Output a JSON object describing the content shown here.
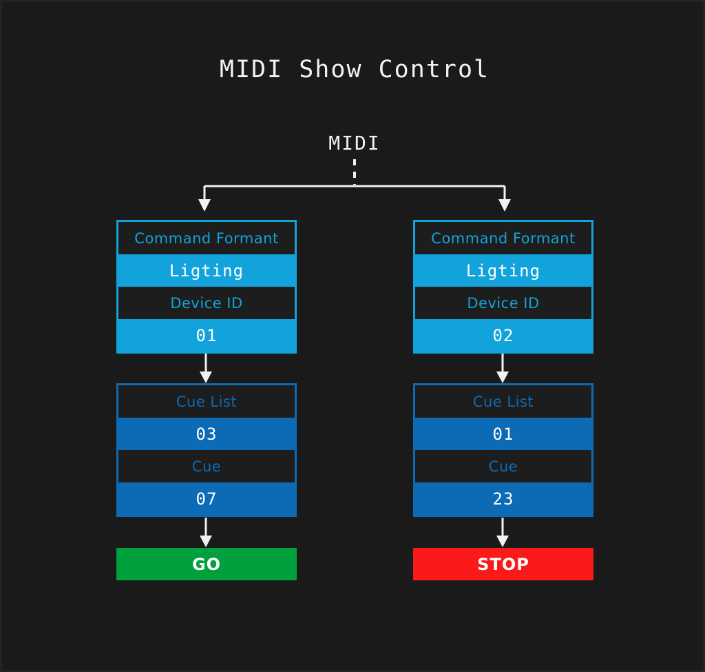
{
  "diagram": {
    "title": "MIDI Show Control",
    "source": {
      "label": "MIDI",
      "connector": "dashed-vertical-line"
    },
    "branches": [
      {
        "side": "left",
        "command_block": {
          "header_label": "Command Formant",
          "header_value": "Ligting",
          "field_label": "Device ID",
          "field_value": "01"
        },
        "cue_block": {
          "header_label": "Cue List",
          "header_value": "03",
          "field_label": "Cue",
          "field_value": "07"
        },
        "action": {
          "label": "GO",
          "color": "#00a03c"
        }
      },
      {
        "side": "right",
        "command_block": {
          "header_label": "Command Formant",
          "header_value": "Ligting",
          "field_label": "Device ID",
          "field_value": "02"
        },
        "cue_block": {
          "header_label": "Cue List",
          "header_value": "01",
          "field_label": "Cue",
          "field_value": "23"
        },
        "action": {
          "label": "STOP",
          "color": "#fa1a1a"
        }
      }
    ],
    "colors": {
      "background": "#1a1a1a",
      "command_block": "#12a3dc",
      "cue_block": "#0d6bb5",
      "plate": "#1d1d1d",
      "wire": "#f2f2f2",
      "go": "#00a03c",
      "stop": "#fa1a1a"
    }
  }
}
